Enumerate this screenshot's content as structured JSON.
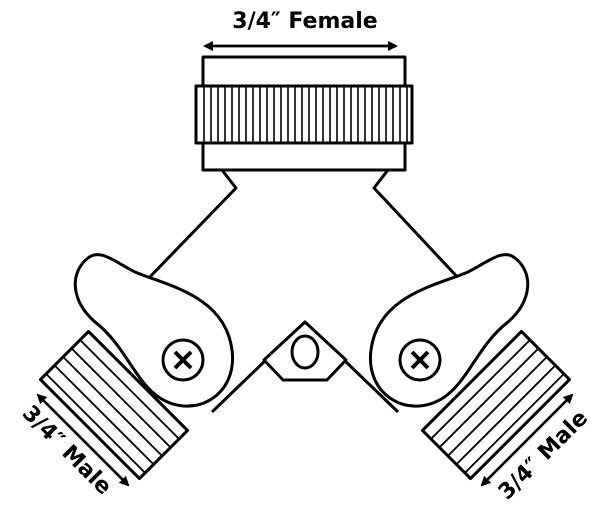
{
  "diagram": {
    "labels": {
      "top": "3/4″ Female",
      "left": "3/4″ Male",
      "right": "3/4″ Male"
    },
    "colors": {
      "line": "#000000",
      "fill": "#ffffff"
    }
  }
}
